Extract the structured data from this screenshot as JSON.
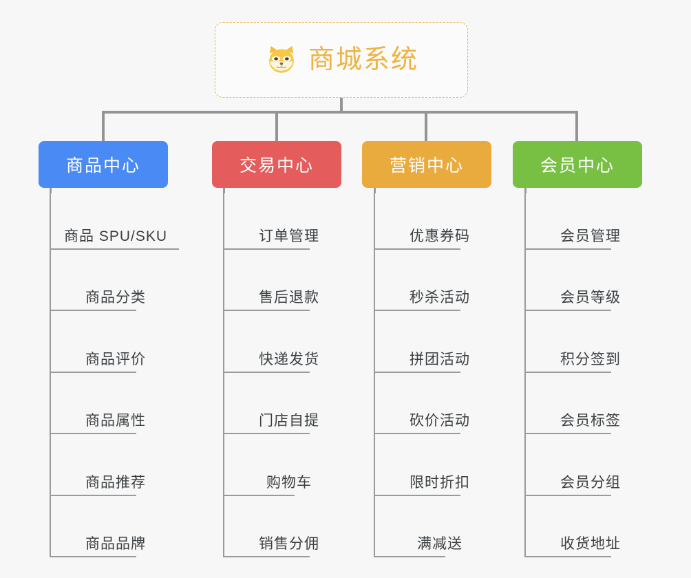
{
  "diagram": {
    "type": "org-tree",
    "background_color": "#f7f7f7",
    "connector_color": "#949494",
    "root": {
      "title": "商城系统",
      "icon": "shiba-dog-icon",
      "text_color": "#eeb343",
      "border_color": "#e9b44c",
      "border_style": "dashed",
      "background_color": "#fbfbfb"
    },
    "branches": [
      {
        "label": "商品中心",
        "color": "#4a8af4",
        "items": [
          "商品 SPU/SKU",
          "商品分类",
          "商品评价",
          "商品属性",
          "商品推荐",
          "商品品牌"
        ]
      },
      {
        "label": "交易中心",
        "color": "#e55c5c",
        "items": [
          "订单管理",
          "售后退款",
          "快递发货",
          "门店自提",
          "购物车",
          "销售分佣"
        ]
      },
      {
        "label": "营销中心",
        "color": "#eaab3e",
        "items": [
          "优惠券码",
          "秒杀活动",
          "拼团活动",
          "砍价活动",
          "限时折扣",
          "满减送"
        ]
      },
      {
        "label": "会员中心",
        "color": "#78c043",
        "items": [
          "会员管理",
          "会员等级",
          "积分签到",
          "会员标签",
          "会员分组",
          "收货地址"
        ]
      }
    ]
  }
}
